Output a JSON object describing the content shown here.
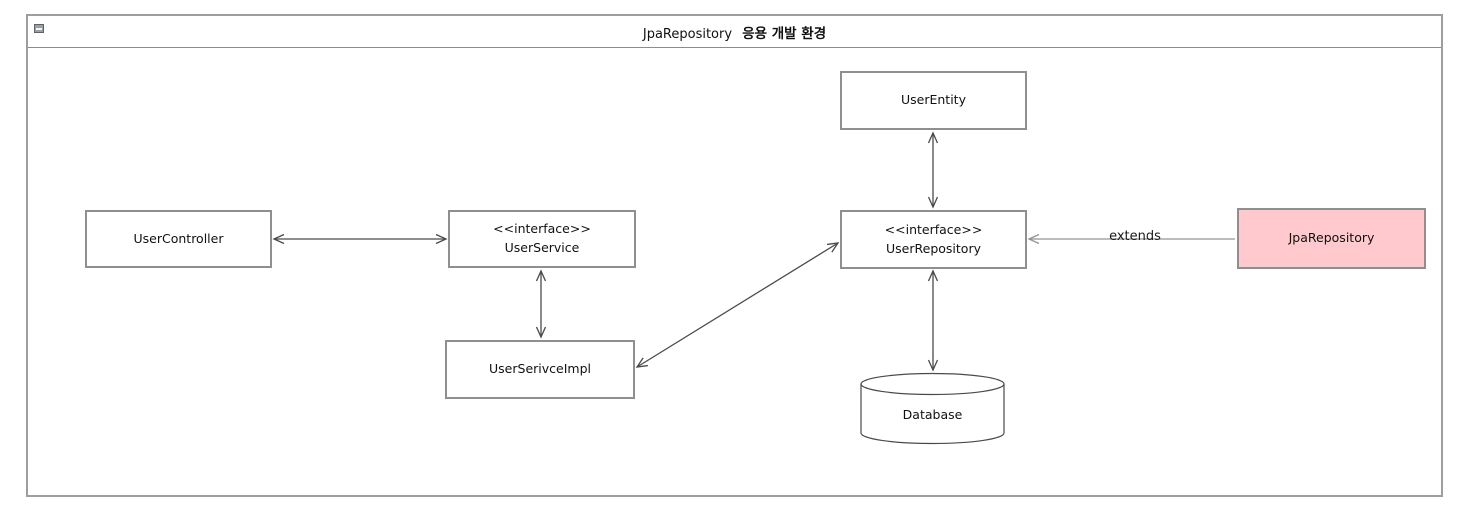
{
  "window": {
    "title_prefix": "JpaRepository",
    "title_suffix": "응용 개발 환경",
    "icons": {
      "collapse": "collapse-box-icon"
    }
  },
  "diagram": {
    "nodes": {
      "user_controller": {
        "label": "UserController"
      },
      "user_service": {
        "stereotype": "<<interface>>",
        "label": "UserService"
      },
      "user_serivce_impl": {
        "label": "UserSerivceImpl"
      },
      "user_entity": {
        "label": "UserEntity"
      },
      "user_repository": {
        "stereotype": "<<interface>>",
        "label": "UserRepository"
      },
      "database": {
        "label": "Database",
        "shape": "cylinder"
      },
      "jpa_repository": {
        "label": "JpaRepository",
        "fill": "#ffc9ce"
      }
    },
    "edges": [
      {
        "from": "UserController",
        "to": "UserService",
        "style": "double-arrow"
      },
      {
        "from": "UserService",
        "to": "UserSerivceImpl",
        "style": "double-arrow"
      },
      {
        "from": "UserSerivceImpl",
        "to": "UserRepository",
        "style": "double-arrow"
      },
      {
        "from": "UserEntity",
        "to": "UserRepository",
        "style": "double-arrow"
      },
      {
        "from": "UserRepository",
        "to": "Database",
        "style": "double-arrow"
      },
      {
        "from": "JpaRepository",
        "to": "UserRepository",
        "style": "arrow",
        "label": "extends"
      }
    ],
    "colors": {
      "node_border": "#8f8f8f",
      "node_fill": "#ffffff",
      "highlight_fill": "#ffc9ce",
      "edge": "#4a4a4a",
      "extends_edge": "#949494",
      "frame_border": "#9e9e9e"
    }
  }
}
